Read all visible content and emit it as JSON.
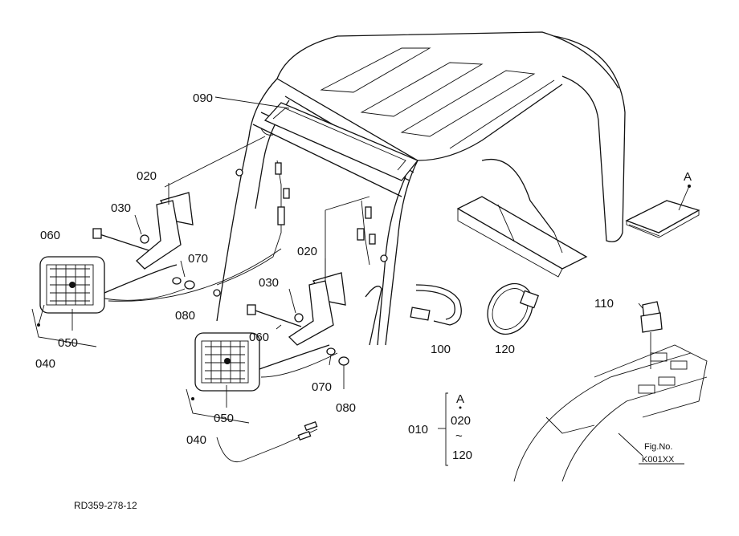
{
  "labels": {
    "p090": "090",
    "p020a": "020",
    "p030a": "030",
    "p060a": "060",
    "p070a": "070",
    "p080a": "080",
    "p050a": "050",
    "p040a": "040",
    "p020b": "020",
    "p030b": "030",
    "p060b": "060",
    "p070b": "070",
    "p080b": "080",
    "p050b": "050",
    "p040b": "040",
    "p100": "100",
    "p120": "120",
    "p110": "110",
    "pA": "A"
  },
  "set_bracket": {
    "group": "010",
    "top": "A",
    "mid1": "020",
    "mid2": "~",
    "bottom": "120"
  },
  "fig": {
    "label": "Fig.No.",
    "number": "K001XX"
  },
  "drawing_code": "RD359-278-12"
}
